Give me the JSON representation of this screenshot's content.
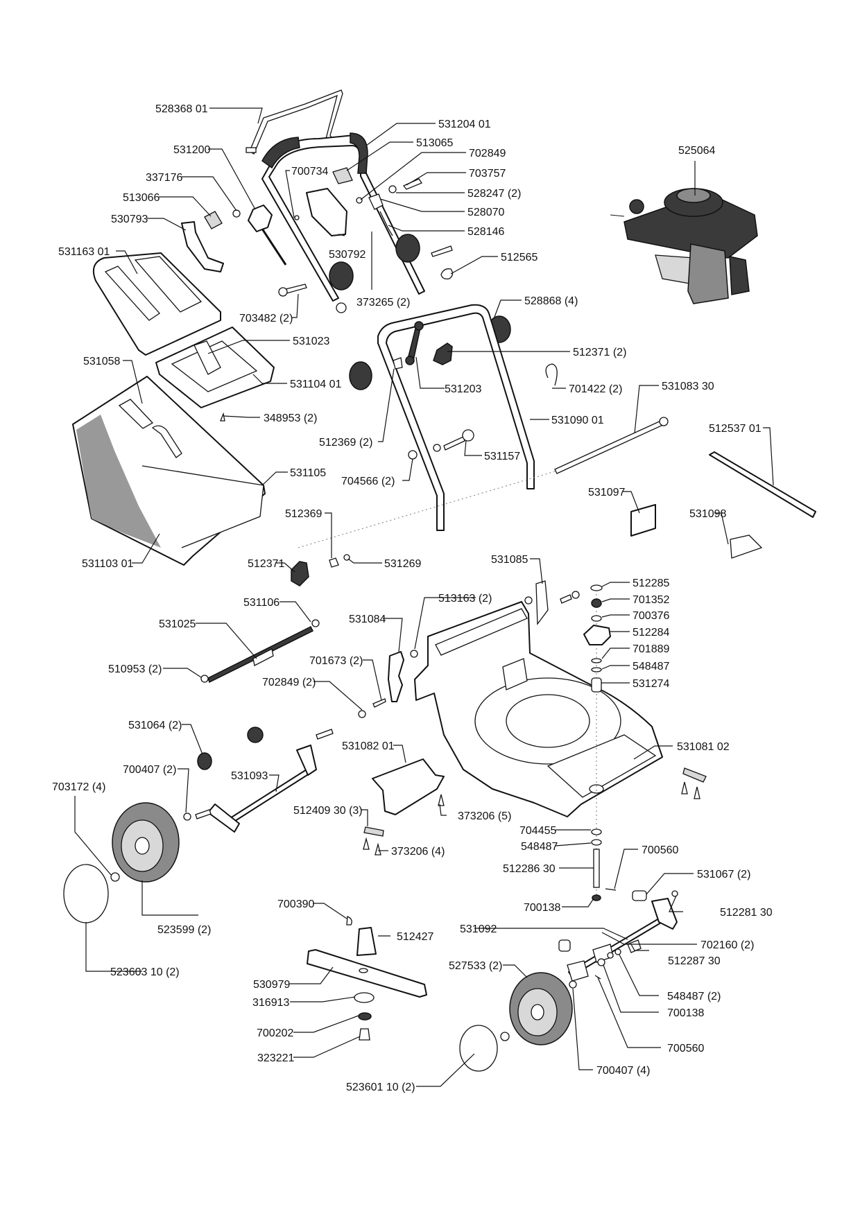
{
  "title": "Lawn mower exploded parts diagram",
  "callouts": [
    {
      "id": "c1",
      "text": "528368 01"
    },
    {
      "id": "c2",
      "text": "531204 01"
    },
    {
      "id": "c3",
      "text": "531200"
    },
    {
      "id": "c4",
      "text": "513065"
    },
    {
      "id": "c5",
      "text": "702849"
    },
    {
      "id": "c6",
      "text": "700734"
    },
    {
      "id": "c7",
      "text": "337176"
    },
    {
      "id": "c8",
      "text": "703757"
    },
    {
      "id": "c9",
      "text": "513066"
    },
    {
      "id": "c10",
      "text": "528247 (2)"
    },
    {
      "id": "c11",
      "text": "528070"
    },
    {
      "id": "c12",
      "text": "530793"
    },
    {
      "id": "c13",
      "text": "528146"
    },
    {
      "id": "c14",
      "text": "531163 01"
    },
    {
      "id": "c15",
      "text": "530792"
    },
    {
      "id": "c16",
      "text": "512565"
    },
    {
      "id": "c17",
      "text": "703482 (2)"
    },
    {
      "id": "c18",
      "text": "373265 (2)"
    },
    {
      "id": "c19",
      "text": "528868 (4)"
    },
    {
      "id": "c20",
      "text": "531023"
    },
    {
      "id": "c21",
      "text": "512371 (2)"
    },
    {
      "id": "c22",
      "text": "531058"
    },
    {
      "id": "c23",
      "text": "531104 01"
    },
    {
      "id": "c24",
      "text": "531203"
    },
    {
      "id": "c25",
      "text": "701422 (2)"
    },
    {
      "id": "c26",
      "text": "531083 30"
    },
    {
      "id": "c27",
      "text": "348953 (2)"
    },
    {
      "id": "c28",
      "text": "531090 01"
    },
    {
      "id": "c29",
      "text": "512369 (2)"
    },
    {
      "id": "c30",
      "text": "512537 01"
    },
    {
      "id": "c31",
      "text": "531157"
    },
    {
      "id": "c32",
      "text": "531105"
    },
    {
      "id": "c33",
      "text": "704566 (2)"
    },
    {
      "id": "c34",
      "text": "531097"
    },
    {
      "id": "c35",
      "text": "531098"
    },
    {
      "id": "c36",
      "text": "512369"
    },
    {
      "id": "c37",
      "text": "531103 01"
    },
    {
      "id": "c38",
      "text": "512371"
    },
    {
      "id": "c39",
      "text": "531269"
    },
    {
      "id": "c40",
      "text": "531085"
    },
    {
      "id": "c41",
      "text": "512285"
    },
    {
      "id": "c42",
      "text": "513163 (2)"
    },
    {
      "id": "c43",
      "text": "701352"
    },
    {
      "id": "c44",
      "text": "531106"
    },
    {
      "id": "c45",
      "text": "700376"
    },
    {
      "id": "c46",
      "text": "531025"
    },
    {
      "id": "c47",
      "text": "531084"
    },
    {
      "id": "c48",
      "text": "512284"
    },
    {
      "id": "c49",
      "text": "701889"
    },
    {
      "id": "c50",
      "text": "701673 (2)"
    },
    {
      "id": "c51",
      "text": "510953 (2)"
    },
    {
      "id": "c52",
      "text": "548487"
    },
    {
      "id": "c53",
      "text": "702849 (2)"
    },
    {
      "id": "c54",
      "text": "531274"
    },
    {
      "id": "c55",
      "text": "531064 (2)"
    },
    {
      "id": "c56",
      "text": "531082 01"
    },
    {
      "id": "c57",
      "text": "531081 02"
    },
    {
      "id": "c58",
      "text": "700407 (2)"
    },
    {
      "id": "c59",
      "text": "531093"
    },
    {
      "id": "c60",
      "text": "703172 (4)"
    },
    {
      "id": "c61",
      "text": "512409 30 (3)"
    },
    {
      "id": "c62",
      "text": "373206 (5)"
    },
    {
      "id": "c63",
      "text": "704455"
    },
    {
      "id": "c64",
      "text": "548487"
    },
    {
      "id": "c65",
      "text": "700560"
    },
    {
      "id": "c66",
      "text": "373206 (4)"
    },
    {
      "id": "c67",
      "text": "512286 30"
    },
    {
      "id": "c68",
      "text": "531067 (2)"
    },
    {
      "id": "c69",
      "text": "700138"
    },
    {
      "id": "c70",
      "text": "512281 30"
    },
    {
      "id": "c71",
      "text": "700390"
    },
    {
      "id": "c72",
      "text": "523599 (2)"
    },
    {
      "id": "c73",
      "text": "531092"
    },
    {
      "id": "c74",
      "text": "512427"
    },
    {
      "id": "c75",
      "text": "702160 (2)"
    },
    {
      "id": "c76",
      "text": "523603 10 (2)"
    },
    {
      "id": "c77",
      "text": "527533 (2)"
    },
    {
      "id": "c78",
      "text": "512287 30"
    },
    {
      "id": "c79",
      "text": "530979"
    },
    {
      "id": "c80",
      "text": "548487 (2)"
    },
    {
      "id": "c81",
      "text": "316913"
    },
    {
      "id": "c82",
      "text": "700138"
    },
    {
      "id": "c83",
      "text": "700202"
    },
    {
      "id": "c84",
      "text": "700560"
    },
    {
      "id": "c85",
      "text": "323221"
    },
    {
      "id": "c86",
      "text": "523601 10 (2)"
    },
    {
      "id": "c87",
      "text": "700407 (4)"
    },
    {
      "id": "c88",
      "text": "525064"
    }
  ]
}
